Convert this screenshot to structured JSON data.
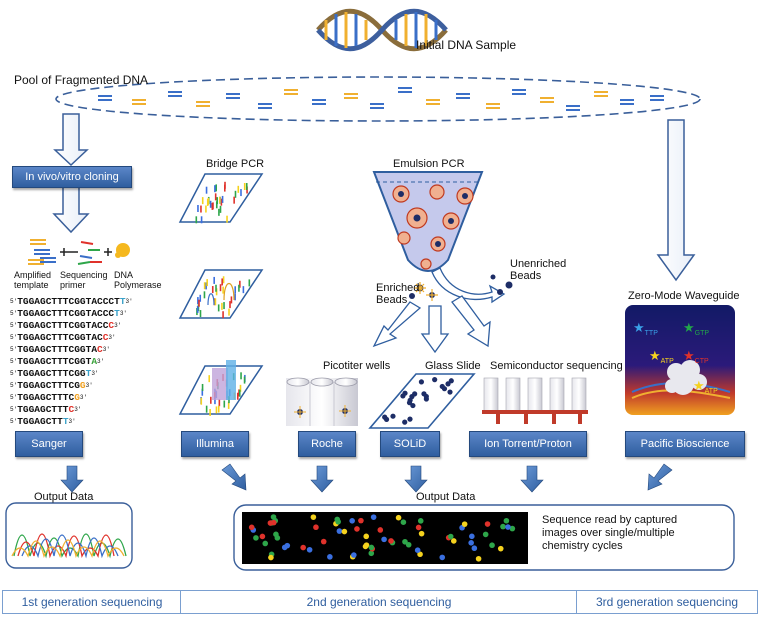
{
  "header": {
    "title": "Initial DNA Sample",
    "pool_label": "Pool of Fragmented DNA"
  },
  "sanger": {
    "cloning_label": "In vivo/vitro cloning",
    "template_label": "Amplified template",
    "primer_label": "Sequencing primer",
    "polymerase_label": "DNA Polymerase",
    "sequences": [
      {
        "prefix": "5'",
        "seq": "TGGAGCTTTCGGTACCCT",
        "last": "T",
        "suffix": "3'",
        "color": "#3aa1c9"
      },
      {
        "prefix": "5'",
        "seq": "TGGAGCTTTCGGTACCC",
        "last": "T",
        "suffix": "3'",
        "color": "#3aa1c9"
      },
      {
        "prefix": "5'",
        "seq": "TGGAGCTTTCGGTACC",
        "last": "C",
        "suffix": "3'",
        "color": "#e0322b"
      },
      {
        "prefix": "5'",
        "seq": "TGGAGCTTTCGGTAC",
        "last": "C",
        "suffix": "3'",
        "color": "#e0322b"
      },
      {
        "prefix": "5'",
        "seq": "TGGAGCTTTCGGTA",
        "last": "C",
        "suffix": "3'",
        "color": "#e0322b"
      },
      {
        "prefix": "5'",
        "seq": "TGGAGCTTTCGGT",
        "last": "A",
        "suffix": "3'",
        "color": "#3aa13a"
      },
      {
        "prefix": "5'",
        "seq": "TGGAGCTTTCGG",
        "last": "T",
        "suffix": "3'",
        "color": "#3aa1c9"
      },
      {
        "prefix": "5'",
        "seq": "TGGAGCTTTCG",
        "last": "G",
        "suffix": "3'",
        "color": "#f0a020"
      },
      {
        "prefix": "5'",
        "seq": "TGGAGCTTTC",
        "last": "G",
        "suffix": "3'",
        "color": "#f0a020"
      },
      {
        "prefix": "5'",
        "seq": "TGGAGCTTT",
        "last": "C",
        "suffix": "3'",
        "color": "#e0322b"
      },
      {
        "prefix": "5'",
        "seq": "TGGAGCTT",
        "last": "T",
        "suffix": "3'",
        "color": "#3aa1c9"
      }
    ],
    "platform": "Sanger"
  },
  "bridge_pcr": {
    "label": "Bridge PCR"
  },
  "emulsion_pcr": {
    "label": "Emulsion PCR",
    "enriched": "Enriched Beads",
    "unenriched": "Unenriched Beads"
  },
  "substrates": {
    "picotiter": "Picotiter wells",
    "glass_slide": "Glass Slide",
    "semiconductor": "Semiconductor sequencing"
  },
  "zmw": {
    "label": "Zero-Mode Waveguide",
    "nucleotides": [
      {
        "name": "TTP",
        "color": "#3aa1e8"
      },
      {
        "name": "GTP",
        "color": "#22a64a"
      },
      {
        "name": "ATP",
        "color": "#f5d21e"
      },
      {
        "name": "CTP",
        "color": "#e0322b"
      },
      {
        "name": "ATP",
        "color": "#f5d21e"
      }
    ]
  },
  "platforms": {
    "illumina": "Illumina",
    "roche": "Roche",
    "solid": "SOLiD",
    "ion": "Ion Torrent/Proton",
    "pacbio": "Pacific Bioscience"
  },
  "output": {
    "sanger_label": "Output Data",
    "ngs_label": "Output Data",
    "ngs_description": "Sequence read by captured images over single/multiple chemistry cycles"
  },
  "generations": {
    "first": "1st generation sequencing",
    "second": "2nd generation sequencing",
    "third": "3rd generation sequencing"
  },
  "colors": {
    "platform_blue": "#2f5e9f",
    "strand_yellow": "#f0b030",
    "strand_blue": "#3a6fc8",
    "dot_red": "#e0322b",
    "dot_green": "#2ea64a",
    "dot_yellow": "#f5d21e",
    "dot_blue": "#3a6fe0"
  }
}
